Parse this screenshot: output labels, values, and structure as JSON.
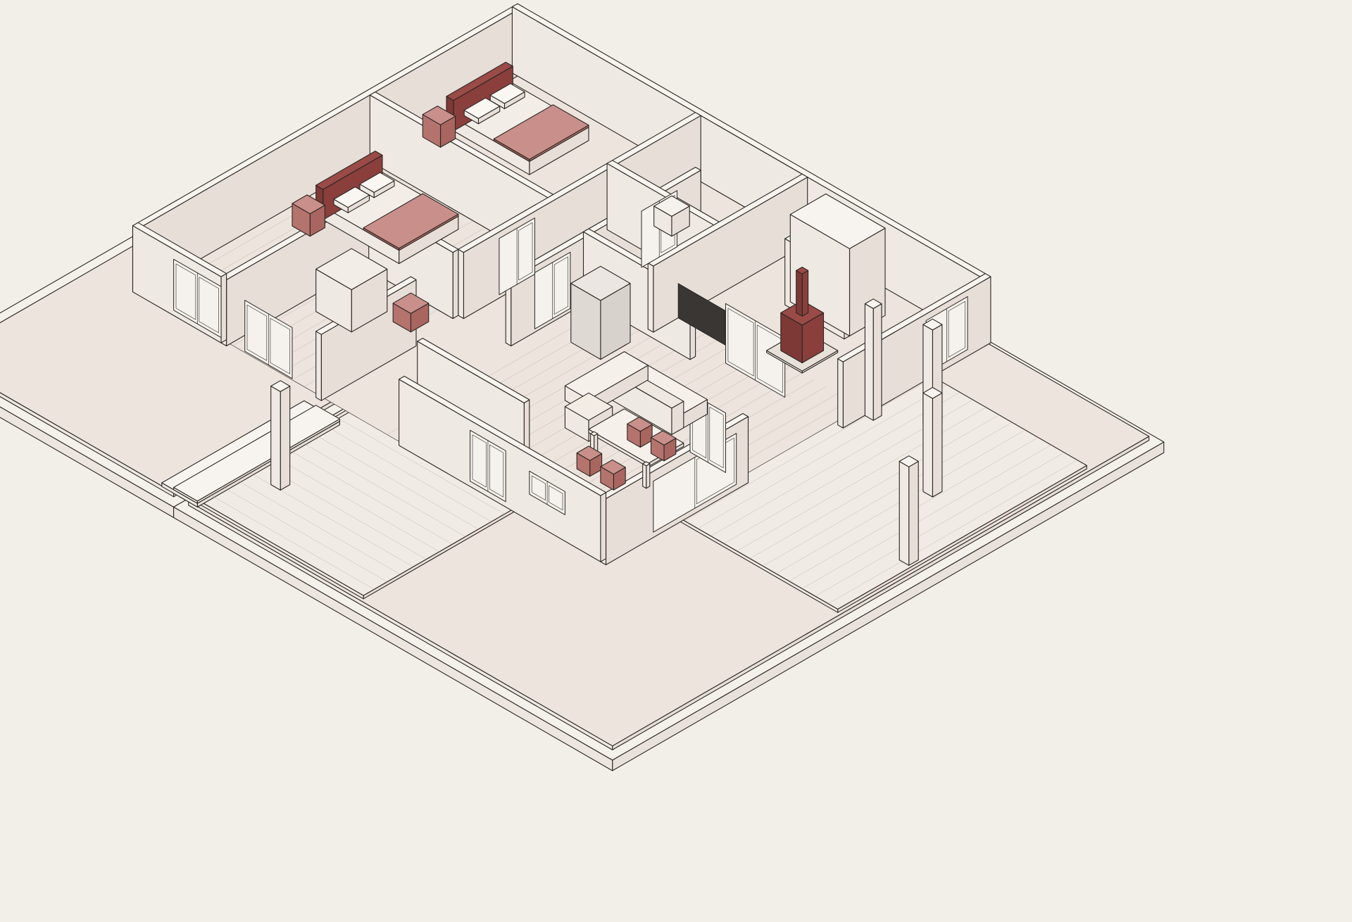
{
  "drawing": {
    "type": "isometric-floor-plan",
    "labels": [],
    "colors": {
      "background": "#f2efe8",
      "ink": "#2b2622",
      "wall_top": "#f7f4ef",
      "wall_left": "#efe9e3",
      "wall_right": "#e6ded7",
      "floor": "#ece4dd",
      "accent": "#9a4a47",
      "accent_light": "#c98f8a",
      "screen": "#3a3634"
    },
    "elements": {
      "bedrooms": 2,
      "bathrooms": 2,
      "stove": "wood-burning",
      "tv": 1,
      "sofa": "l-shaped",
      "dining_chairs": 4,
      "deck_posts": 4,
      "entry_steps": 3
    }
  }
}
